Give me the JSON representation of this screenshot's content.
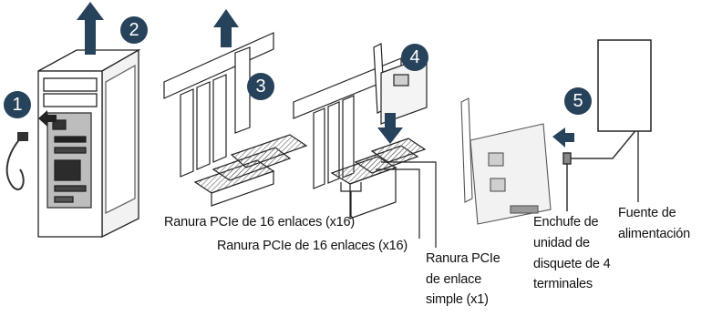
{
  "steps": [
    "1",
    "2",
    "3",
    "4",
    "5"
  ],
  "labels": {
    "x16_first": "Ranura PCIe de 16 enlaces (x16)",
    "x16_second": "Ranura PCIe de 16 enlaces (x16)",
    "x1_line1": "Ranura PCIe",
    "x1_line2": "de enlace",
    "x1_line3": "simple (x1)",
    "floppy_line1": "Enchufe de",
    "floppy_line2": "unidad de",
    "floppy_line3": "disquete de 4",
    "floppy_line4": "terminales",
    "psu_line1": "Fuente de",
    "psu_line2": "alimentación"
  },
  "colors": {
    "badge": "#27425b",
    "arrow": "#27425b",
    "line": "#222222"
  }
}
